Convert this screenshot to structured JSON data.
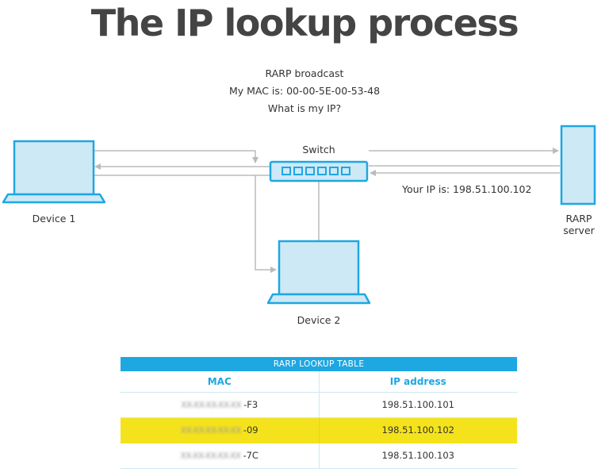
{
  "title": "The IP lookup process",
  "broadcast": {
    "line1": "RARP broadcast",
    "line2": "My MAC is: 00-00-5E-00-53-48",
    "line3": "What is my IP?"
  },
  "switch_label": "Switch",
  "reply_label": "Your IP is: 198.51.100.102",
  "device1_label": "Device 1",
  "device2_label": "Device 2",
  "server_label": {
    "line1": "RARP",
    "line2": "server"
  },
  "colors": {
    "accent": "#1ea7e1",
    "device_fill": "#cde9f6",
    "highlight": "#f4e31c",
    "arrow": "#bbbbbb"
  },
  "table": {
    "title": "RARP LOOKUP TABLE",
    "headers": {
      "mac": "MAC",
      "ip": "IP address"
    },
    "rows": [
      {
        "mac_redacted": "XX-XX-XX-XX-XX",
        "mac_suffix": "-F3",
        "ip": "198.51.100.101"
      },
      {
        "mac_redacted": "XX-XX-XX-XX-XX",
        "mac_suffix": "-09",
        "ip": "198.51.100.102"
      },
      {
        "mac_redacted": "XX-XX-XX-XX-XX",
        "mac_suffix": "-7C",
        "ip": "198.51.100.103"
      }
    ],
    "highlighted_row": 2
  }
}
